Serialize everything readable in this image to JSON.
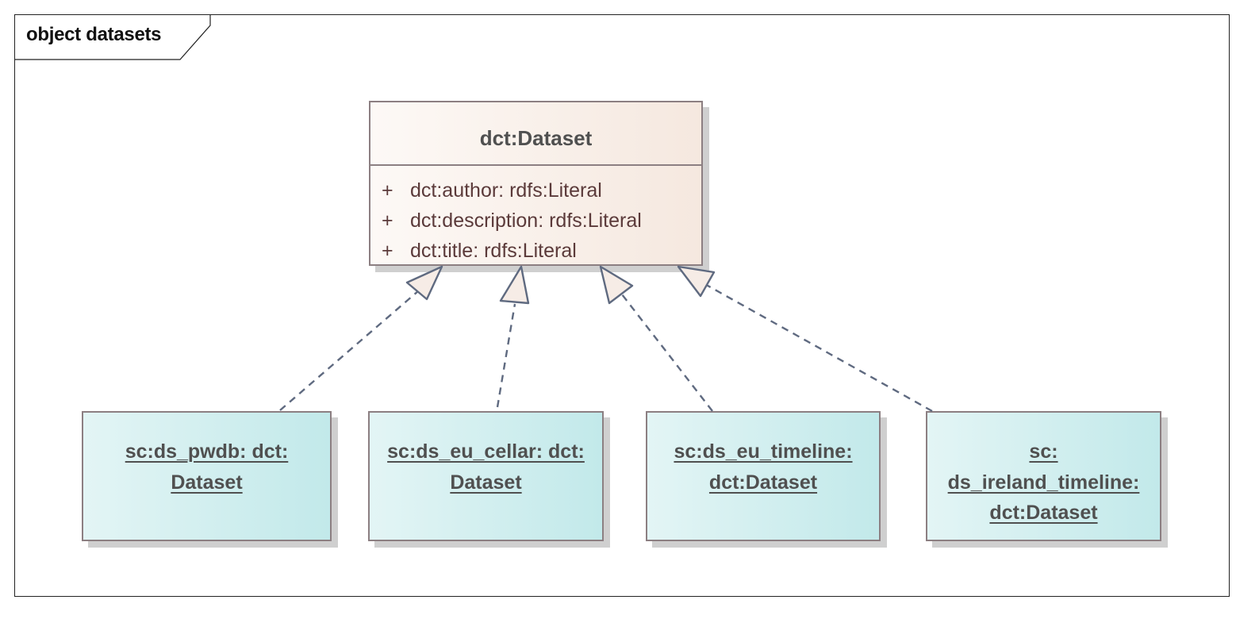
{
  "frame": {
    "title": "object datasets"
  },
  "class": {
    "name": "dct:Dataset",
    "attributes": [
      {
        "visibility": "+",
        "text": "dct:author: rdfs:Literal"
      },
      {
        "visibility": "+",
        "text": "dct:description: rdfs:Literal"
      },
      {
        "visibility": "+",
        "text": "dct:title: rdfs:Literal"
      }
    ],
    "fill_colors": [
      "#fdf9f6",
      "#f5e8df"
    ],
    "border_color": "#8c7f82"
  },
  "instances": [
    {
      "line1": "sc:ds_pwdb: dct:",
      "line2": "Dataset",
      "line3": ""
    },
    {
      "line1": "sc:ds_eu_cellar: dct:",
      "line2": "Dataset",
      "line3": ""
    },
    {
      "line1": "sc:ds_eu_timeline:",
      "line2": "dct:Dataset",
      "line3": ""
    },
    {
      "line1": "sc:",
      "line2": "ds_ireland_timeline:",
      "line3": "dct:Dataset"
    }
  ],
  "instance_fill_colors": [
    "#e3f5f5",
    "#c2e9ea"
  ],
  "edges": {
    "type": "realization",
    "style": "dashed",
    "arrowhead": "hollow-triangle",
    "stroke_color": "#5f6a80",
    "arrow_fill": "#f6ece6"
  }
}
